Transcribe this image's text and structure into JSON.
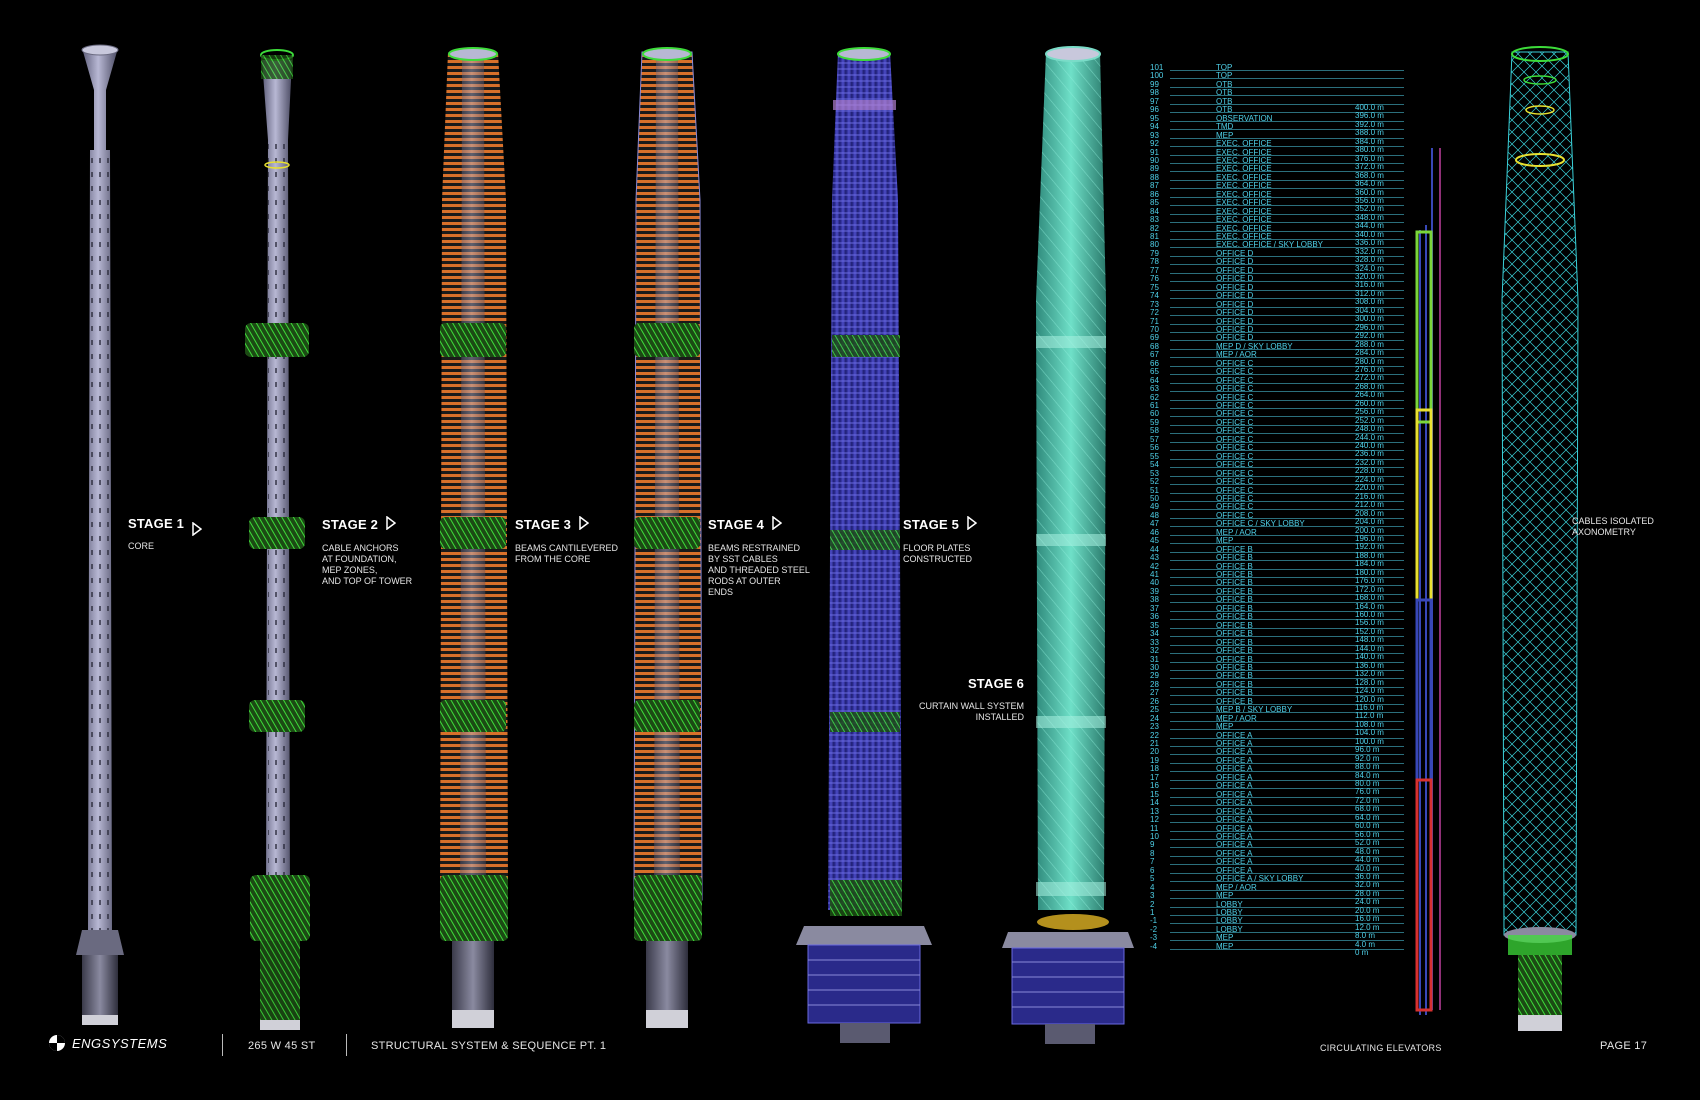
{
  "stages": [
    {
      "title": "STAGE 1",
      "desc": "CORE",
      "arrow": true
    },
    {
      "title": "STAGE 2",
      "desc": "CABLE ANCHORS\nAT FOUNDATION,\nMEP ZONES,\nAND TOP OF TOWER",
      "arrow": true
    },
    {
      "title": "STAGE 3",
      "desc": "BEAMS CANTILEVERED\nFROM THE CORE",
      "arrow": true
    },
    {
      "title": "STAGE 4",
      "desc": "BEAMS RESTRAINED\nBY SST CABLES\nAND THREADED STEEL\nRODS AT OUTER\nENDS",
      "arrow": true
    },
    {
      "title": "STAGE 5",
      "desc": "FLOOR PLATES\nCONSTRUCTED",
      "arrow": true
    },
    {
      "title": "STAGE 6",
      "desc": "CURTAIN WALL SYSTEM\nINSTALLED",
      "arrow": false
    }
  ],
  "axonometry_label": "CABLES ISOLATED\nAXONOMETRY",
  "floors": [
    {
      "n": "101",
      "name": "TOP"
    },
    {
      "n": "100",
      "name": "TOP"
    },
    {
      "n": "99",
      "name": "OTB"
    },
    {
      "n": "98",
      "name": "OTB"
    },
    {
      "n": "97",
      "name": "OTB"
    },
    {
      "n": "96",
      "name": "OTB"
    },
    {
      "n": "95",
      "name": "OBSERVATION"
    },
    {
      "n": "94",
      "name": "TMD"
    },
    {
      "n": "93",
      "name": "MEP"
    },
    {
      "n": "92",
      "name": "EXEC. OFFICE"
    },
    {
      "n": "91",
      "name": "EXEC. OFFICE"
    },
    {
      "n": "90",
      "name": "EXEC. OFFICE"
    },
    {
      "n": "89",
      "name": "EXEC. OFFICE"
    },
    {
      "n": "88",
      "name": "EXEC. OFFICE"
    },
    {
      "n": "87",
      "name": "EXEC. OFFICE"
    },
    {
      "n": "86",
      "name": "EXEC. OFFICE"
    },
    {
      "n": "85",
      "name": "EXEC. OFFICE"
    },
    {
      "n": "84",
      "name": "EXEC. OFFICE"
    },
    {
      "n": "83",
      "name": "EXEC. OFFICE"
    },
    {
      "n": "82",
      "name": "EXEC. OFFICE"
    },
    {
      "n": "81",
      "name": "EXEC. OFFICE"
    },
    {
      "n": "80",
      "name": "EXEC. OFFICE / SKY LOBBY"
    },
    {
      "n": "79",
      "name": "OFFICE D"
    },
    {
      "n": "78",
      "name": "OFFICE D"
    },
    {
      "n": "77",
      "name": "OFFICE D"
    },
    {
      "n": "76",
      "name": "OFFICE D"
    },
    {
      "n": "75",
      "name": "OFFICE D"
    },
    {
      "n": "74",
      "name": "OFFICE D"
    },
    {
      "n": "73",
      "name": "OFFICE D"
    },
    {
      "n": "72",
      "name": "OFFICE D"
    },
    {
      "n": "71",
      "name": "OFFICE D"
    },
    {
      "n": "70",
      "name": "OFFICE D"
    },
    {
      "n": "69",
      "name": "OFFICE D"
    },
    {
      "n": "68",
      "name": "MEP D / SKY LOBBY"
    },
    {
      "n": "67",
      "name": "MEP / AOR"
    },
    {
      "n": "66",
      "name": "OFFICE C"
    },
    {
      "n": "65",
      "name": "OFFICE C"
    },
    {
      "n": "64",
      "name": "OFFICE C"
    },
    {
      "n": "63",
      "name": "OFFICE C"
    },
    {
      "n": "62",
      "name": "OFFICE C"
    },
    {
      "n": "61",
      "name": "OFFICE C"
    },
    {
      "n": "60",
      "name": "OFFICE C"
    },
    {
      "n": "59",
      "name": "OFFICE C"
    },
    {
      "n": "58",
      "name": "OFFICE C"
    },
    {
      "n": "57",
      "name": "OFFICE C"
    },
    {
      "n": "56",
      "name": "OFFICE C"
    },
    {
      "n": "55",
      "name": "OFFICE C"
    },
    {
      "n": "54",
      "name": "OFFICE C"
    },
    {
      "n": "53",
      "name": "OFFICE C"
    },
    {
      "n": "52",
      "name": "OFFICE C"
    },
    {
      "n": "51",
      "name": "OFFICE C"
    },
    {
      "n": "50",
      "name": "OFFICE C"
    },
    {
      "n": "49",
      "name": "OFFICE C"
    },
    {
      "n": "48",
      "name": "OFFICE C"
    },
    {
      "n": "47",
      "name": "OFFICE C / SKY LOBBY"
    },
    {
      "n": "46",
      "name": "MEP / AOR"
    },
    {
      "n": "45",
      "name": "MEP"
    },
    {
      "n": "44",
      "name": "OFFICE B"
    },
    {
      "n": "43",
      "name": "OFFICE B"
    },
    {
      "n": "42",
      "name": "OFFICE B"
    },
    {
      "n": "41",
      "name": "OFFICE B"
    },
    {
      "n": "40",
      "name": "OFFICE B"
    },
    {
      "n": "39",
      "name": "OFFICE B"
    },
    {
      "n": "38",
      "name": "OFFICE B"
    },
    {
      "n": "37",
      "name": "OFFICE B"
    },
    {
      "n": "36",
      "name": "OFFICE B"
    },
    {
      "n": "35",
      "name": "OFFICE B"
    },
    {
      "n": "34",
      "name": "OFFICE B"
    },
    {
      "n": "33",
      "name": "OFFICE B"
    },
    {
      "n": "32",
      "name": "OFFICE B"
    },
    {
      "n": "31",
      "name": "OFFICE B"
    },
    {
      "n": "30",
      "name": "OFFICE B"
    },
    {
      "n": "29",
      "name": "OFFICE B"
    },
    {
      "n": "28",
      "name": "OFFICE B"
    },
    {
      "n": "27",
      "name": "OFFICE B"
    },
    {
      "n": "26",
      "name": "OFFICE B"
    },
    {
      "n": "25",
      "name": "MEP B / SKY LOBBY"
    },
    {
      "n": "24",
      "name": "MEP / AOR"
    },
    {
      "n": "23",
      "name": "MEP"
    },
    {
      "n": "22",
      "name": "OFFICE A"
    },
    {
      "n": "21",
      "name": "OFFICE A"
    },
    {
      "n": "20",
      "name": "OFFICE A"
    },
    {
      "n": "19",
      "name": "OFFICE A"
    },
    {
      "n": "18",
      "name": "OFFICE A"
    },
    {
      "n": "17",
      "name": "OFFICE A"
    },
    {
      "n": "16",
      "name": "OFFICE A"
    },
    {
      "n": "15",
      "name": "OFFICE A"
    },
    {
      "n": "14",
      "name": "OFFICE A"
    },
    {
      "n": "13",
      "name": "OFFICE A"
    },
    {
      "n": "12",
      "name": "OFFICE A"
    },
    {
      "n": "11",
      "name": "OFFICE A"
    },
    {
      "n": "10",
      "name": "OFFICE A"
    },
    {
      "n": "9",
      "name": "OFFICE A"
    },
    {
      "n": "8",
      "name": "OFFICE A"
    },
    {
      "n": "7",
      "name": "OFFICE A"
    },
    {
      "n": "6",
      "name": "OFFICE A"
    },
    {
      "n": "5",
      "name": "OFFICE A / SKY LOBBY"
    },
    {
      "n": "4",
      "name": "MEP / AOR"
    },
    {
      "n": "3",
      "name": "MEP"
    },
    {
      "n": "2",
      "name": "LOBBY"
    },
    {
      "n": "1",
      "name": "LOBBY"
    },
    {
      "n": "-1",
      "name": "LOBBY"
    },
    {
      "n": "-2",
      "name": "LOBBY"
    },
    {
      "n": "-3",
      "name": "MEP"
    },
    {
      "n": "-4",
      "name": "MEP"
    }
  ],
  "heights": [
    "400.0 m",
    "396.0 m",
    "392.0 m",
    "388.0 m",
    "384.0 m",
    "380.0 m",
    "376.0 m",
    "372.0 m",
    "368.0 m",
    "364.0 m",
    "360.0 m",
    "356.0 m",
    "352.0 m",
    "348.0 m",
    "344.0 m",
    "340.0 m",
    "336.0 m",
    "332.0 m",
    "328.0 m",
    "324.0 m",
    "320.0 m",
    "316.0 m",
    "312.0 m",
    "308.0 m",
    "304.0 m",
    "300.0 m",
    "296.0 m",
    "292.0 m",
    "288.0 m",
    "284.0 m",
    "280.0 m",
    "276.0 m",
    "272.0 m",
    "268.0 m",
    "264.0 m",
    "260.0 m",
    "256.0 m",
    "252.0 m",
    "248.0 m",
    "244.0 m",
    "240.0 m",
    "236.0 m",
    "232.0 m",
    "228.0 m",
    "224.0 m",
    "220.0 m",
    "216.0 m",
    "212.0 m",
    "208.0 m",
    "204.0 m",
    "200.0 m",
    "196.0 m",
    "192.0 m",
    "188.0 m",
    "184.0 m",
    "180.0 m",
    "176.0 m",
    "172.0 m",
    "168.0 m",
    "164.0 m",
    "160.0 m",
    "156.0 m",
    "152.0 m",
    "148.0 m",
    "144.0 m",
    "140.0 m",
    "136.0 m",
    "132.0 m",
    "128.0 m",
    "124.0 m",
    "120.0 m",
    "116.0 m",
    "112.0 m",
    "108.0 m",
    "104.0 m",
    "100.0 m",
    "96.0 m",
    "92.0 m",
    "88.0 m",
    "84.0 m",
    "80.0 m",
    "76.0 m",
    "72.0 m",
    "68.0 m",
    "64.0 m",
    "60.0 m",
    "56.0 m",
    "52.0 m",
    "48.0 m",
    "44.0 m",
    "40.0 m",
    "36.0 m",
    "32.0 m",
    "28.0 m",
    "24.0 m",
    "20.0 m",
    "16.0 m",
    "12.0 m",
    "8.0 m",
    "4.0 m",
    "0 m"
  ],
  "footer": {
    "brand": "ENGSYSTEMS",
    "address": "265 W 45 ST",
    "title": "STRUCTURAL SYSTEM & SEQUENCE PT. 1",
    "elevators": "CIRCULATING ELEVATORS",
    "page": "PAGE 17"
  },
  "colors": {
    "core": "#9a9ab8",
    "ring": "#3ddc3a",
    "beam": "#d8702a",
    "floor": "#3a3aa8",
    "curtain": "#62d8c0",
    "cable": "#3ad0d8",
    "label": "#4fd0e8",
    "elevator_green": "#7ad63a",
    "elevator_yellow": "#e8e030",
    "elevator_blue": "#3848b8",
    "elevator_red": "#d83030"
  }
}
